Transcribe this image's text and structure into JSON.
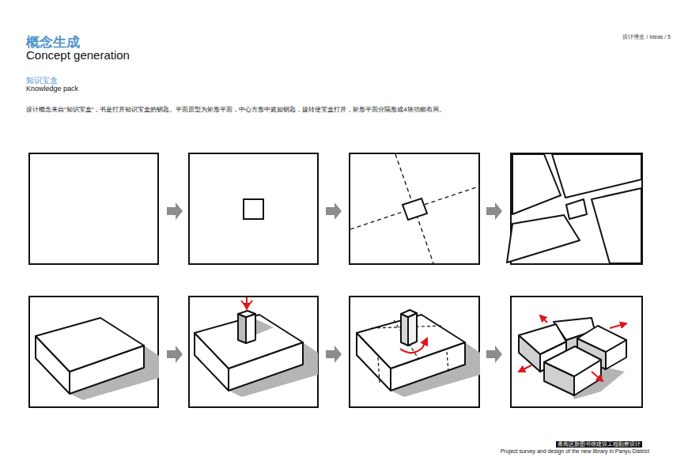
{
  "diagram": {
    "title": "概念生成",
    "labels": [
      "Concept generation",
      "设计理念 / Ideas / 5",
      "知识宝盒",
      "Knowledge pack",
      "设计概念来自“知识宝盒”，书是打开知识宝盒的钥匙。平面原型为矩形平面，中心方形中庭如钥匙，旋转使宝盒打开，矩形平面分隔形成4块功能布局。",
      "番禺区新图书馆建设工程勘察设计",
      "Project survey and design of the new library in Panyu District"
    ]
  }
}
